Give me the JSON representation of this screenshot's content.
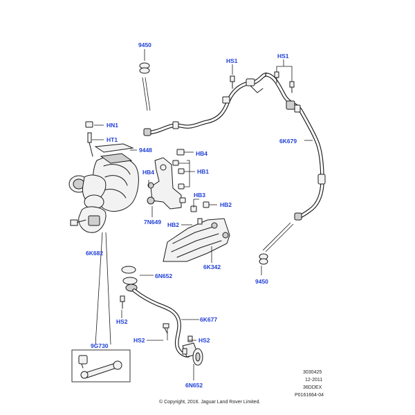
{
  "colors": {
    "callout": "#1f3fd6",
    "line": "#1a1a1a"
  },
  "callouts": {
    "p9450_top": "9450",
    "hs1_left": "HS1",
    "hs1_right": "HS1",
    "hn1": "HN1",
    "ht1": "HT1",
    "p9448": "9448",
    "hb4_right": "HB4",
    "hb4_left": "HB4",
    "hb1": "HB1",
    "p6k679": "6K679",
    "hb3": "HB3",
    "hb2_right": "HB2",
    "p7n649": "7N649",
    "hb2_left": "HB2",
    "p6k682": "6K682",
    "p6k342": "6K342",
    "p6n652_top": "6N652",
    "p9450_bottom": "9450",
    "hs2_left": "HS2",
    "p6k677": "6K677",
    "hs2_mid": "HS2",
    "hs2_right": "HS2",
    "p9g730": "9G730",
    "p6n652_bottom": "6N652"
  },
  "meta": {
    "ref_number": "3030425",
    "date": "12-2011",
    "model_code": "36DDEX",
    "part_ref": "P0161664-04"
  },
  "copyright": "© Copyright, 2016. Jaguar Land Rover Limited."
}
